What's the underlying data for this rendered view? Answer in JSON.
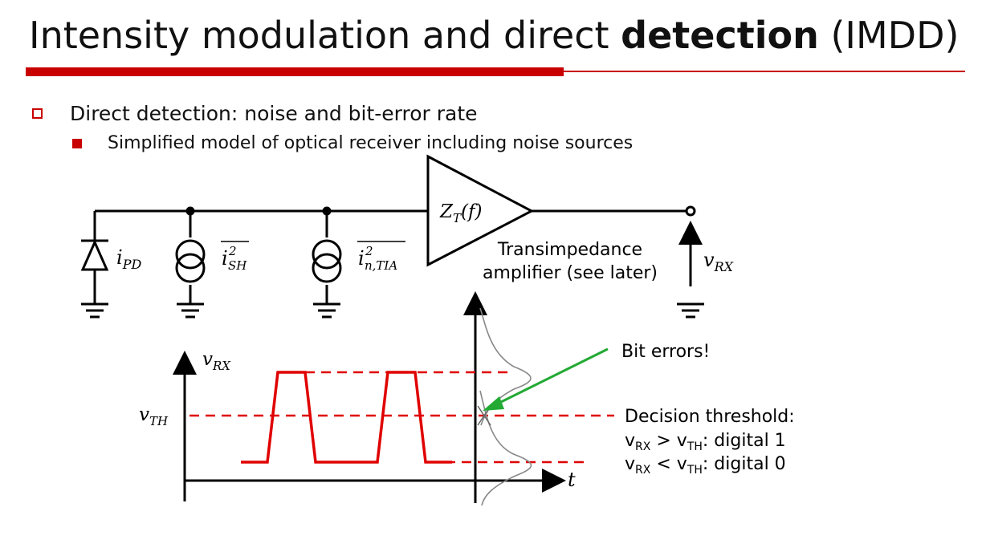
{
  "title": {
    "normal_part": "Intensity modulation and direct ",
    "bold_part": "detection",
    "suffix": " (IMDD)"
  },
  "bullets": {
    "level1": "Direct detection: noise and bit-error rate",
    "level2": "Simplified model of optical receiver including noise sources"
  },
  "circuit": {
    "photodiode_label": {
      "base": "i",
      "sub": "PD"
    },
    "shot_noise_label": {
      "base": "i",
      "sup": "2",
      "sub": "SH"
    },
    "tia_noise_label": {
      "base": "i",
      "sup": "2",
      "sub": "n,TIA"
    },
    "amp_label": {
      "base": "Z",
      "sub": "T",
      "arg": "(f)"
    },
    "amp_caption_line1": "Transimpedance",
    "amp_caption_line2": "amplifier (see later)",
    "output_label": {
      "base": "v",
      "sub": "RX"
    }
  },
  "plot": {
    "y_axis_label": {
      "base": "v",
      "sub": "RX"
    },
    "x_axis_label": "t",
    "threshold_label": {
      "base": "v",
      "sub": "TH"
    },
    "bit_errors_label": "Bit errors!",
    "decision_title": "Decision threshold:",
    "decision_rule_1": {
      "a": "v",
      "a_sub": "RX",
      "op": " > ",
      "b": "v",
      "b_sub": "TH",
      "result": ": digital 1"
    },
    "decision_rule_0": {
      "a": "v",
      "a_sub": "RX",
      "op": " < ",
      "b": "v",
      "b_sub": "TH",
      "result": ": digital 0"
    },
    "colors": {
      "signal": "#e00000",
      "arrow": "#22aa33",
      "gaussian": "#888888",
      "wire": "#000000"
    }
  }
}
